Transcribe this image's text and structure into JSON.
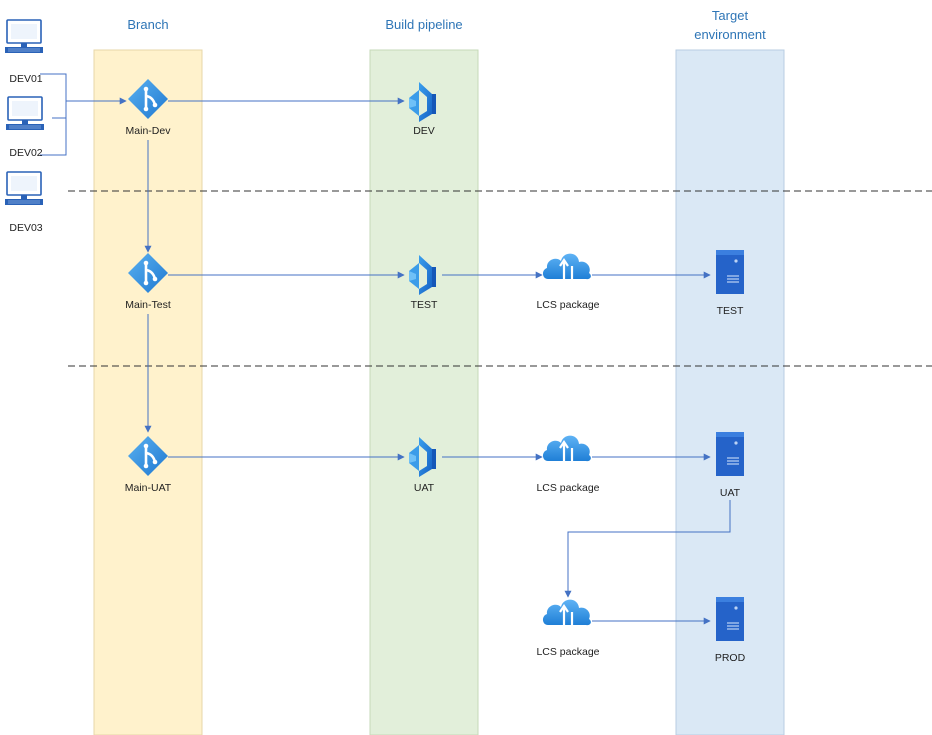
{
  "headers": {
    "branch": "Branch",
    "build_pipeline": "Build pipeline",
    "target_line1": "Target",
    "target_line2": "environment"
  },
  "developers": [
    "DEV01",
    "DEV02",
    "DEV03"
  ],
  "branches": [
    "Main-Dev",
    "Main-Test",
    "Main-UAT"
  ],
  "pipelines": [
    "DEV",
    "TEST",
    "UAT"
  ],
  "packages": [
    "LCS package",
    "LCS package",
    "LCS package"
  ],
  "environments": [
    "TEST",
    "UAT",
    "PROD"
  ],
  "colors": {
    "branch_lane": "#fff2cc",
    "branch_lane_border": "#e7d7a8",
    "pipeline_lane": "#e2efda",
    "pipeline_lane_border": "#c6dab8",
    "target_lane": "#dae8f5",
    "target_lane_border": "#b8cde2",
    "header_text": "#2e75b6",
    "connector": "#4472c4",
    "icon_blue": "#2f8ee5",
    "server_blue": "#2563c9",
    "dashed_separator": "#333333"
  }
}
